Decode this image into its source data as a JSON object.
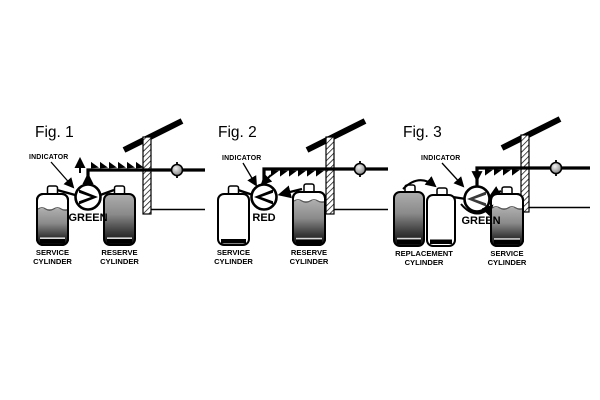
{
  "colors": {
    "line": "#000000",
    "background": "#ffffff",
    "cylinder_gradient_top": "#adadad",
    "cylinder_gradient_bottom": "#0d0d0d",
    "shutoff_valve_fill": "#8c8c8c"
  },
  "figures": [
    {
      "label": "Fig. 1",
      "indicator_label": "INDICATOR",
      "indicator_state": "GREEN",
      "cylinders": [
        {
          "line1": "SERVICE",
          "line2": "CYLINDER",
          "fill_level": "three-quarters full"
        },
        {
          "line1": "RESERVE",
          "line2": "CYLINDER",
          "fill_level": "full"
        }
      ]
    },
    {
      "label": "Fig. 2",
      "indicator_label": "INDICATOR",
      "indicator_state": "RED",
      "cylinders": [
        {
          "line1": "SERVICE",
          "line2": "CYLINDER",
          "fill_level": "empty"
        },
        {
          "line1": "RESERVE",
          "line2": "CYLINDER",
          "fill_level": "nearly full"
        }
      ]
    },
    {
      "label": "Fig. 3",
      "indicator_label": "INDICATOR",
      "indicator_state": "GREEN",
      "cylinders": [
        {
          "line1": "REPLACEMENT",
          "line2": "CYLINDER",
          "fill_level": "full cylinder swapped in for empty"
        },
        {
          "line1": "SERVICE",
          "line2": "CYLINDER",
          "fill_level": "nearly full"
        }
      ]
    }
  ]
}
